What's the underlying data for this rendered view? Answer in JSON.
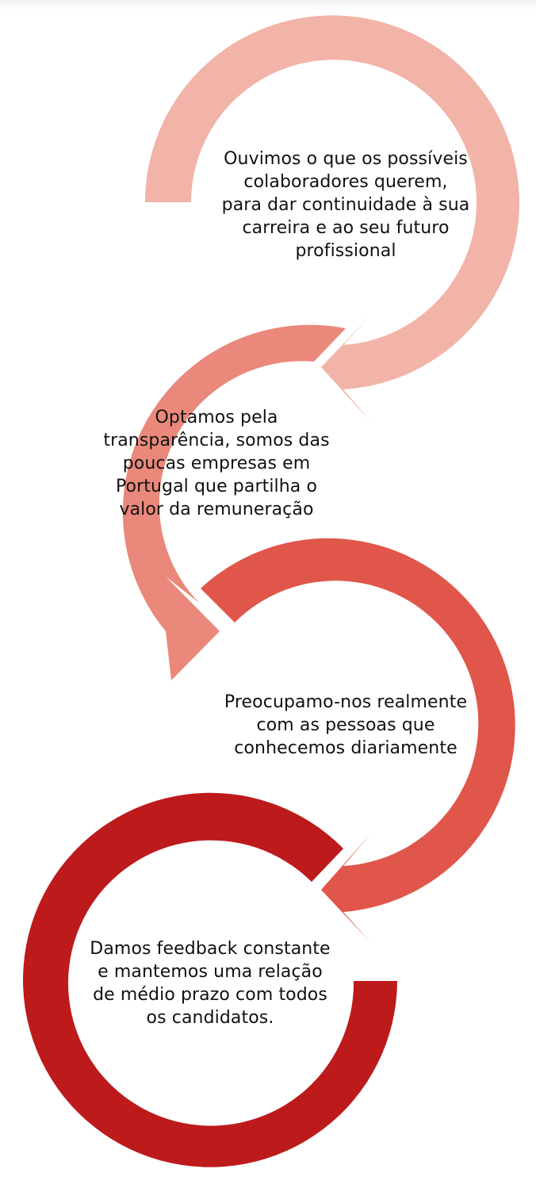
{
  "steps": [
    {
      "color": "#F2B3A8",
      "lines": [
        "Ouvimos o que os possíveis",
        "colaboradores querem,",
        "para dar continuidade à sua",
        "carreira e ao seu futuro",
        "profissional"
      ]
    },
    {
      "color": "#E9887B",
      "lines": [
        "Optamos pela",
        "transparência, somos das",
        "poucas empresas em",
        "Portugal que partilha o",
        "valor da remuneração"
      ]
    },
    {
      "color": "#E0564A",
      "lines": [
        "Preocupamo-nos realmente",
        "com as pessoas que",
        "conhecemos diariamente"
      ]
    },
    {
      "color": "#BD1A1C",
      "lines": [
        "Damos feedback constante",
        "e mantemos uma relação",
        "de médio prazo com todos",
        "os candidatos."
      ]
    }
  ]
}
